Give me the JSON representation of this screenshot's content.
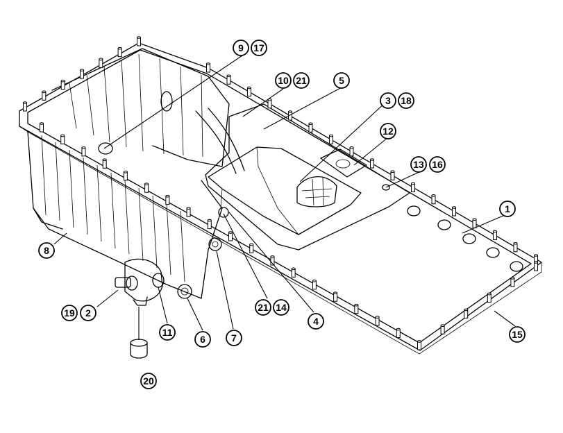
{
  "callouts": [
    {
      "id": "c1",
      "label": "1"
    },
    {
      "id": "c2",
      "label": "2"
    },
    {
      "id": "c3",
      "label": "3"
    },
    {
      "id": "c4",
      "label": "4"
    },
    {
      "id": "c5",
      "label": "5"
    },
    {
      "id": "c6",
      "label": "6"
    },
    {
      "id": "c7",
      "label": "7"
    },
    {
      "id": "c8",
      "label": "8"
    },
    {
      "id": "c9",
      "label": "9"
    },
    {
      "id": "c10",
      "label": "10"
    },
    {
      "id": "c11",
      "label": "11"
    },
    {
      "id": "c12",
      "label": "12"
    },
    {
      "id": "c13",
      "label": "13"
    },
    {
      "id": "c14",
      "label": "14"
    },
    {
      "id": "c15",
      "label": "15"
    },
    {
      "id": "c16",
      "label": "16"
    },
    {
      "id": "c17",
      "label": "17"
    },
    {
      "id": "c18",
      "label": "18"
    },
    {
      "id": "c19",
      "label": "19"
    },
    {
      "id": "c20",
      "label": "20"
    },
    {
      "id": "c21a",
      "label": "21"
    },
    {
      "id": "c21b",
      "label": "21"
    }
  ]
}
